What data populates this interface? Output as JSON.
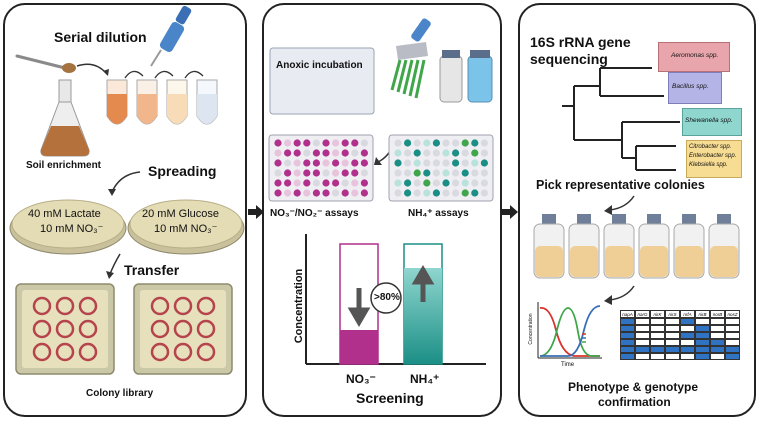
{
  "panel1": {
    "serial_dilution": "Serial dilution",
    "soil_enrichment": "Soil enrichment",
    "spreading": "Spreading",
    "plate_left_line1": "40 mM Lactate",
    "plate_left_line2": "10 mM NO₃⁻",
    "plate_right_line1": "20 mM Glucose",
    "plate_right_line2": "10 mM NO₃⁻",
    "transfer": "Transfer",
    "colony_library": "Colony library"
  },
  "panel2": {
    "anoxic_incubation": "Anoxic incubation",
    "no3_assays": "NO₃⁻/NO₂⁻ assays",
    "nh4_assays": "NH₄⁺ assays",
    "ylabel": "Concentration",
    "percent_label": ">80%",
    "x_no3": "NO₃⁻",
    "x_nh4": "NH₄⁺",
    "screening": "Screening"
  },
  "panel3": {
    "title_line1": "16S rRNA gene",
    "title_line2": "sequencing",
    "taxa": [
      "Aeromonas spp.",
      "Bacillus spp.",
      "Shewanella spp.",
      "Citrobacter spp.",
      "Enterobacter spp.",
      "Klebsiella spp."
    ],
    "pick": "Pick representative colonies",
    "mini_ylabel": "Concentration",
    "mini_xlabel": "Time",
    "gene_headers": [
      "napA",
      "narG",
      "nirK",
      "nirS",
      "nrfA",
      "nirB",
      "norB",
      "nosZ"
    ],
    "phenotype_line1": "Phenotype & genotype",
    "phenotype_line2": "confirmation"
  },
  "colors": {
    "taxon_aeromonas": "#e8a6ac",
    "taxon_bacillus": "#b4b4e6",
    "taxon_shewanella": "#8fd6cf",
    "taxon_entero": "#f7dc93",
    "magenta": "#b0308c",
    "teal": "#1b8f86",
    "grid_blue": "#2f73c2"
  }
}
